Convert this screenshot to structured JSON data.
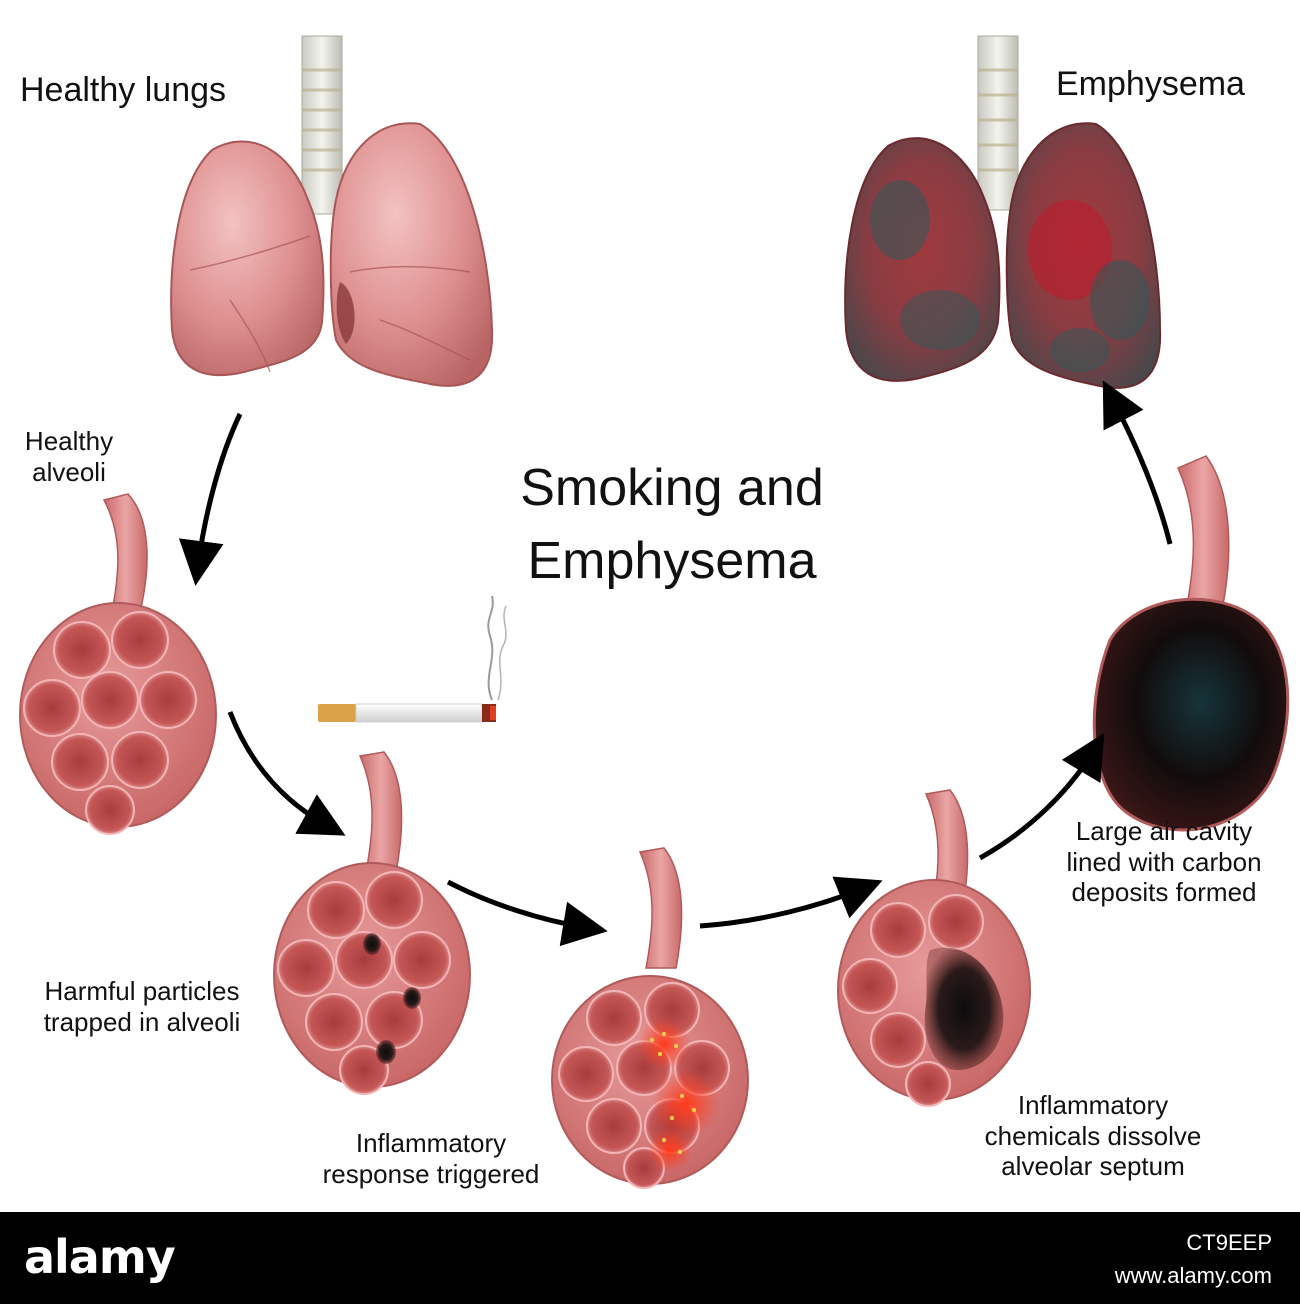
{
  "labels": {
    "healthy_lungs": "Healthy lungs",
    "emphysema": "Emphysema",
    "healthy_alveoli": [
      "Healthy",
      "alveoli"
    ],
    "title": [
      "Smoking and",
      "Emphysema"
    ],
    "harmful_particles": [
      "Harmful particles",
      "trapped in alveoli"
    ],
    "inflammatory_response": [
      "Inflammatory",
      "response triggered"
    ],
    "inflammatory_chemicals": [
      "Inflammatory",
      "chemicals dissolve",
      "alveolar septum"
    ],
    "large_air_cavity": [
      "Large air cavity",
      "lined with carbon",
      "deposits formed"
    ]
  },
  "watermark": {
    "brand": "alamy",
    "image_id": "CT9EEP",
    "site": "www.alamy.com"
  },
  "colors": {
    "lung_healthy": "#d98a8a",
    "alveoli": "#d97a7a",
    "alveoli_inner": "#b84848",
    "carbon": "#1a1010",
    "arrow": "#000000",
    "background": "#ffffff"
  }
}
